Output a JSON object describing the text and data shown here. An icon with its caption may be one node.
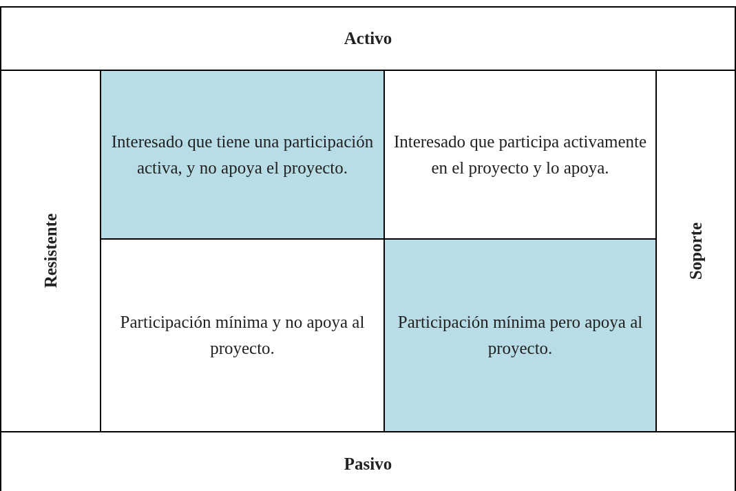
{
  "diagram": {
    "nodes": [
      {
        "text": [
          "Activo"
        ]
      },
      {
        "text": [
          "Resistente"
        ]
      },
      {
        "text": [
          "Interesado que tiene una participación activa, y no apoya el proyecto."
        ]
      },
      {
        "text": [
          "Interesado que participa activamente en el proyecto y lo apoya."
        ]
      },
      {
        "text": [
          "Soporte"
        ]
      },
      {
        "text": [
          "Participación mínima y no apoya al proyecto."
        ]
      },
      {
        "text": [
          "Participación mínima pero apoya al proyecto."
        ]
      },
      {
        "text": [
          "Pasivo"
        ]
      }
    ]
  }
}
